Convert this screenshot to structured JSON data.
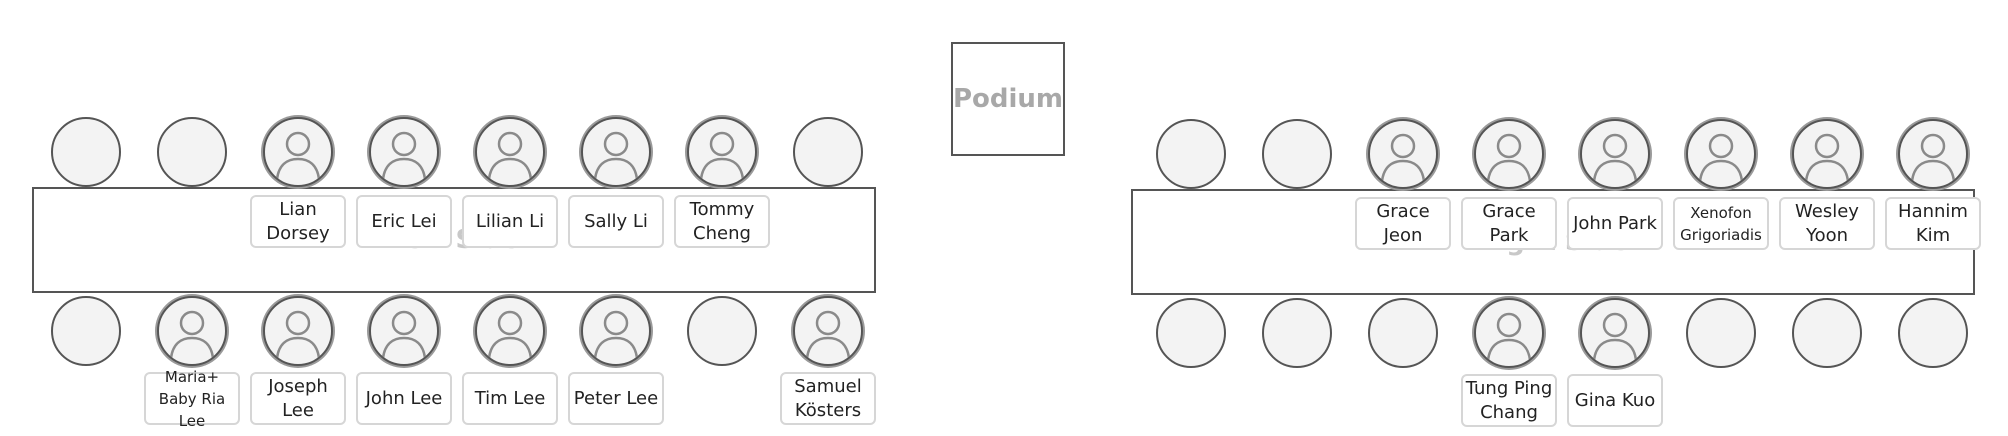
{
  "podium": {
    "label": "Podium"
  },
  "tables": [
    {
      "id": "left",
      "label": "Left Side",
      "top_seats": [
        {
          "name": ""
        },
        {
          "name": ""
        },
        {
          "name": "Lian Dorsey"
        },
        {
          "name": "Eric Lei"
        },
        {
          "name": "Lilian Li"
        },
        {
          "name": "Sally Li"
        },
        {
          "name": "Tommy Cheng"
        },
        {
          "name": ""
        }
      ],
      "bottom_seats": [
        {
          "name": ""
        },
        {
          "name": "Maria+ Baby Ria Lee"
        },
        {
          "name": "Joseph Lee"
        },
        {
          "name": "John Lee"
        },
        {
          "name": "Tim Lee"
        },
        {
          "name": "Peter Lee"
        },
        {
          "name": ""
        },
        {
          "name": "Samuel Kösters"
        }
      ]
    },
    {
      "id": "right",
      "label": "Right Side",
      "top_seats": [
        {
          "name": ""
        },
        {
          "name": ""
        },
        {
          "name": "Grace Jeon"
        },
        {
          "name": "Grace Park"
        },
        {
          "name": "John Park"
        },
        {
          "name": "Xenofon Grigoriadis"
        },
        {
          "name": "Wesley Yoon"
        },
        {
          "name": "Hannim Kim"
        }
      ],
      "bottom_seats": [
        {
          "name": ""
        },
        {
          "name": ""
        },
        {
          "name": ""
        },
        {
          "name": "Tung Ping Chang"
        },
        {
          "name": "Gina Kuo"
        },
        {
          "name": ""
        },
        {
          "name": ""
        },
        {
          "name": ""
        }
      ]
    }
  ]
}
